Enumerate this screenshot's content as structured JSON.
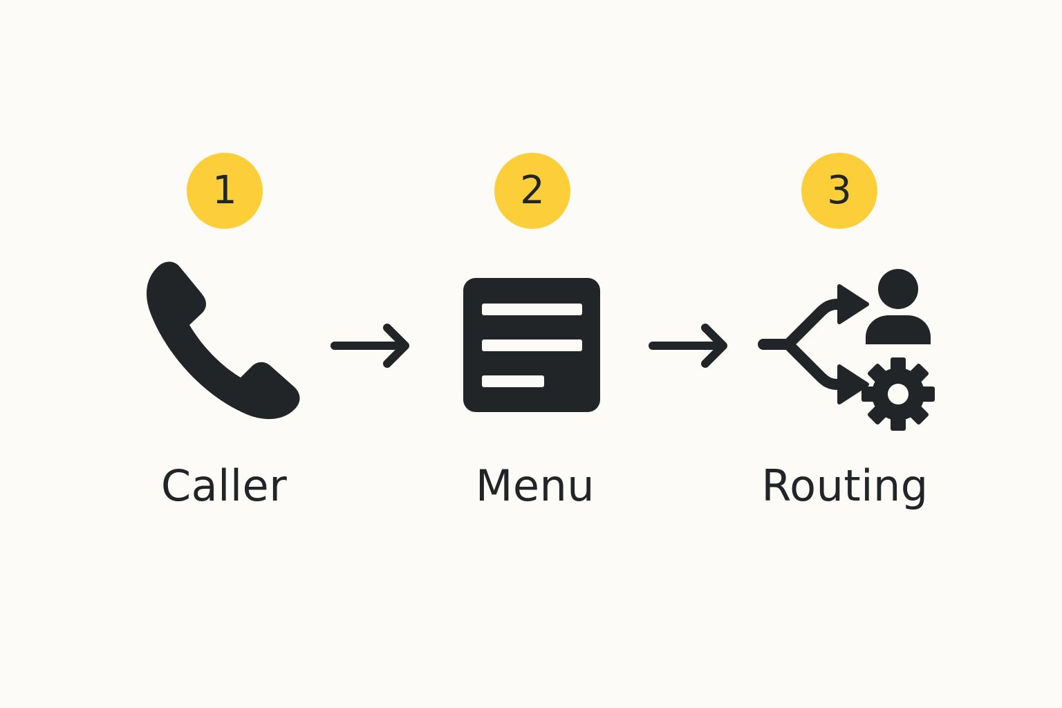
{
  "colors": {
    "background": "#fcfbf8",
    "badge": "#fccf3a",
    "ink": "#212527"
  },
  "steps": [
    {
      "number": "1",
      "label": "Caller",
      "icon": "phone-icon"
    },
    {
      "number": "2",
      "label": "Menu",
      "icon": "menu-list-icon"
    },
    {
      "number": "3",
      "label": "Routing",
      "icon": "routing-icon"
    }
  ],
  "connectors": [
    {
      "icon": "arrow-right-icon"
    },
    {
      "icon": "arrow-right-icon"
    }
  ]
}
